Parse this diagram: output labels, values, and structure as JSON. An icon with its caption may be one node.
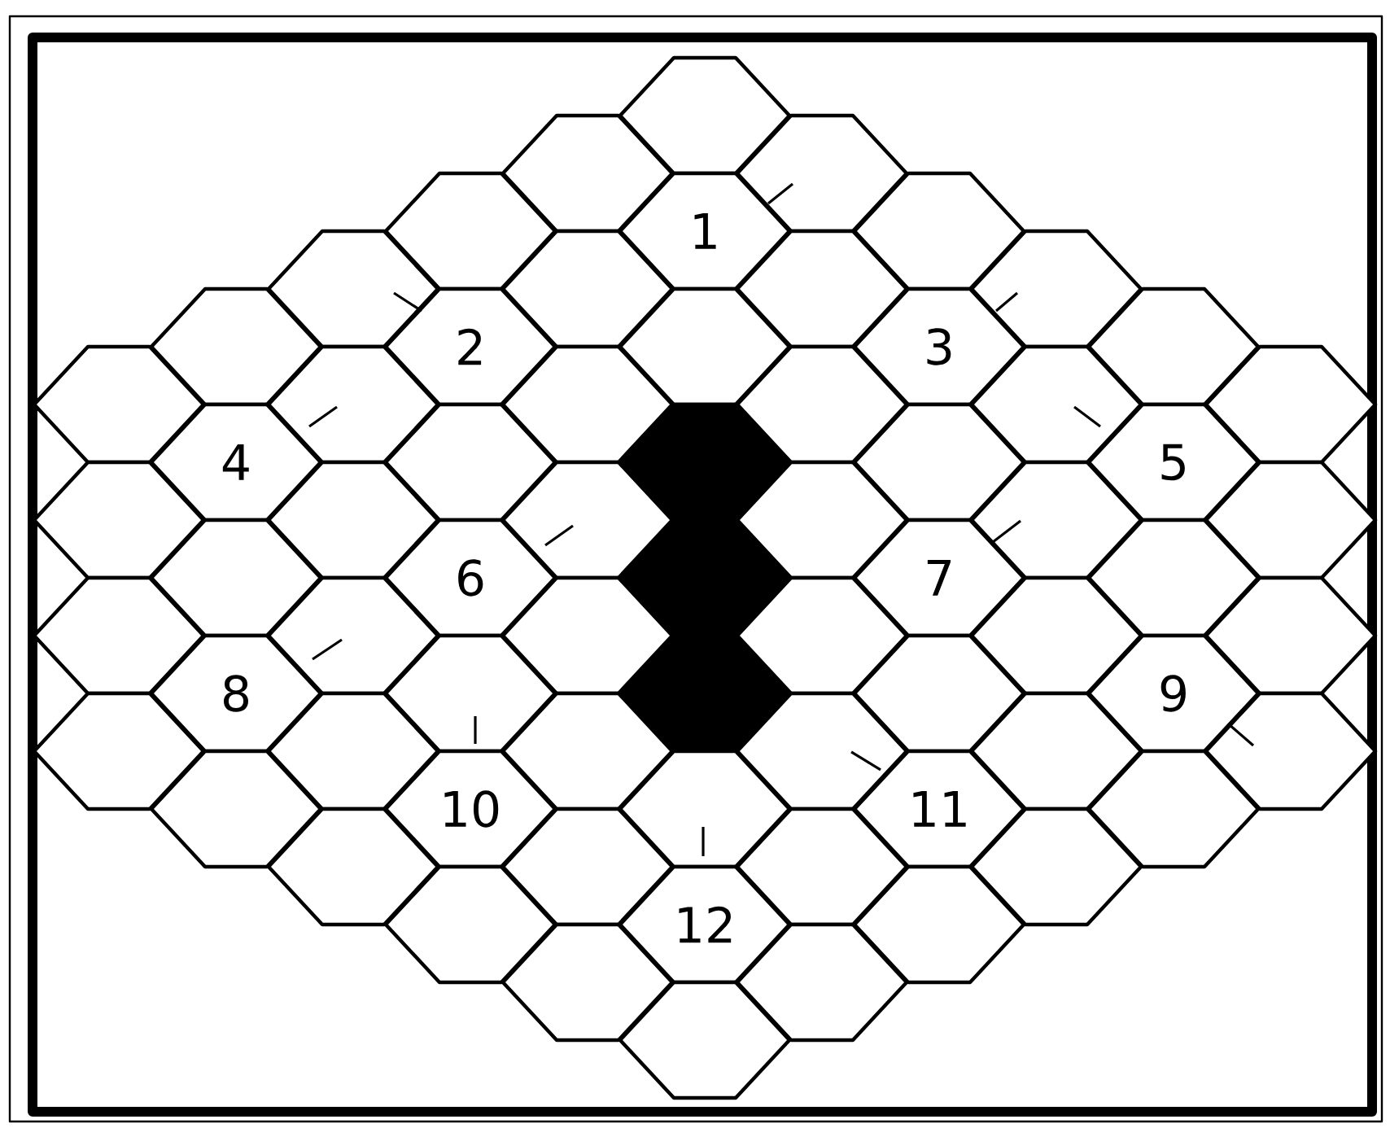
{
  "diagram": {
    "labels": [
      "1",
      "2",
      "3",
      "4",
      "5",
      "6",
      "7",
      "8",
      "9",
      "10",
      "11",
      "12"
    ]
  }
}
